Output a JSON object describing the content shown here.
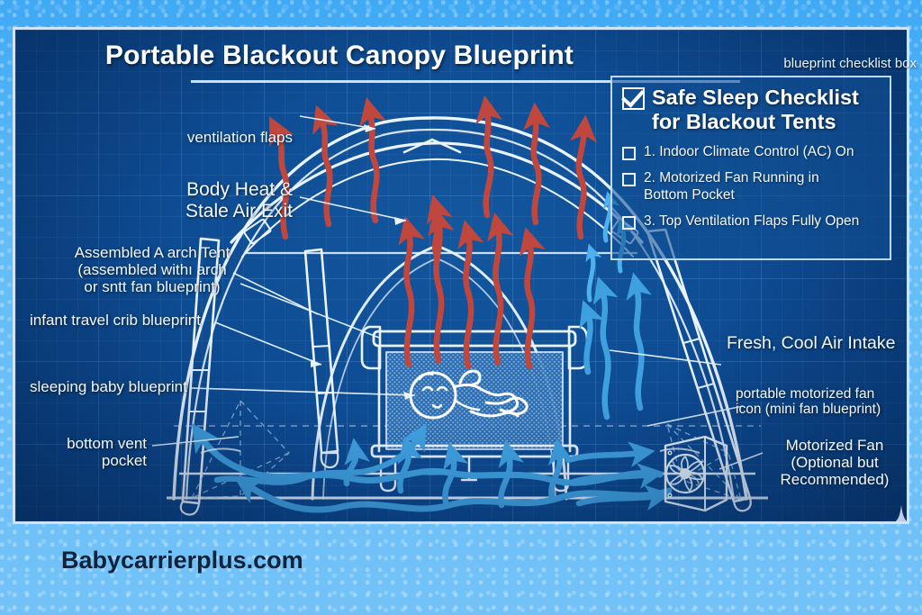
{
  "title": "Portable Blackout Canopy Blueprint",
  "footer": {
    "site": "Babycarrierplus.com"
  },
  "checklist": {
    "caption": "blueprint checklist box",
    "heading": "Safe Sleep Checklist\nfor Blackout Tents",
    "items": [
      {
        "num": "1.",
        "text": "Indoor Climate Control (AC) On"
      },
      {
        "num": "2.",
        "text": "Motorized Fan Running in\nBottom Pocket"
      },
      {
        "num": "3.",
        "text": "Top Ventilation Flaps Fully Open"
      }
    ]
  },
  "labels": {
    "ventilation_flaps": "ventilation flaps",
    "body_heat": "Body Heat &\nStale Air Exit",
    "arch_tent": "Assembled A arch Tent\n(assembled withı arch\nor sntt fan blueprint)",
    "crib": "infant travel crib blueprint",
    "baby": "sleeping baby blueprint",
    "bottom_vent": "bottom vent\npocket",
    "fresh_air": "Fresh, Cool Air Intake",
    "fan_icon": "portable motorized fan\nicon (mini fan blueprint)",
    "motorized_fan": "Motorized Fan\n(Optional but\nRecommended)"
  },
  "colors": {
    "blueprint_bg": "#0d4a91",
    "blueprint_line": "#eaf4ff",
    "hot_air": "#c0473e",
    "cool_air": "#3fa0e0",
    "page_bg": "#5fb4f2",
    "checklist_border": "#bcd8f2"
  },
  "diagram": {
    "hot_air_arrows": 12,
    "cool_air_arrows": 14,
    "tent_type": "A-arch dome canopy",
    "fan_position": "bottom right, inside tent skirt"
  }
}
